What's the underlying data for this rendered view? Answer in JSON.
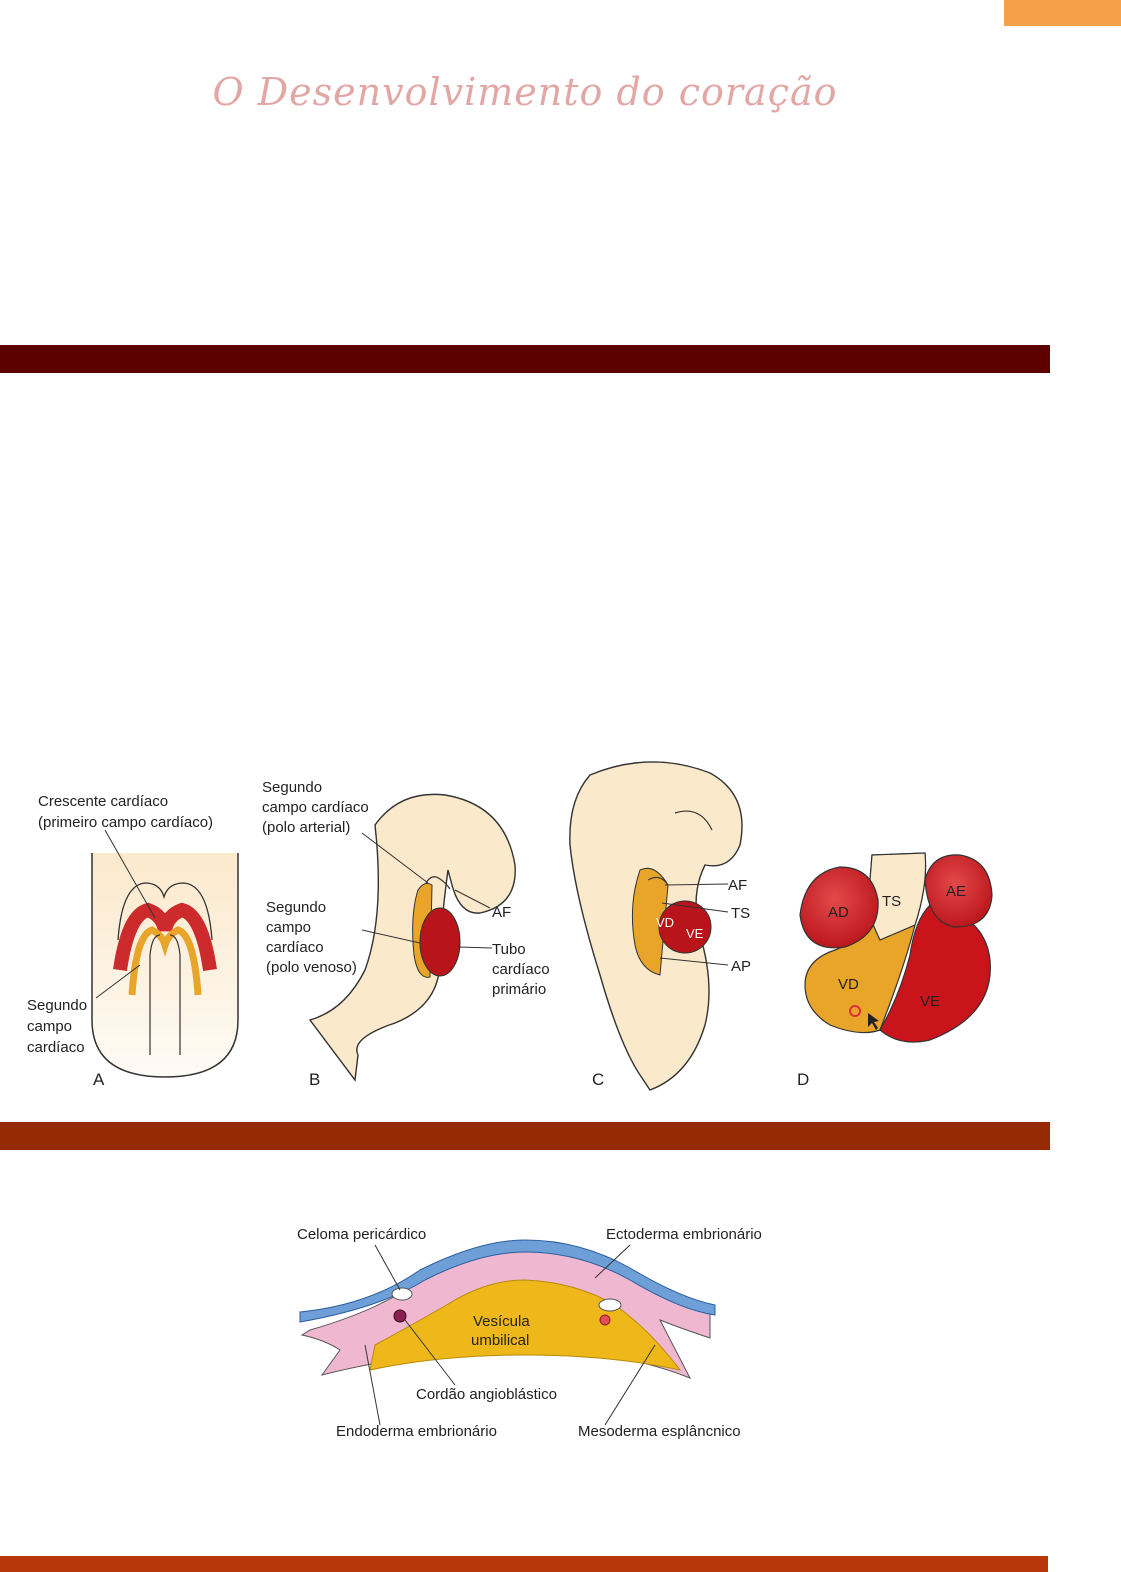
{
  "page": {
    "title": "O Desenvolvimento do coração",
    "colors": {
      "title": "#e2a7a5",
      "corner_tab": "#f7a04a",
      "bar1": "#5c0000",
      "bar2": "#952a04",
      "bar3": "#b8360a"
    }
  },
  "figure1": {
    "A": {
      "panel": "A",
      "label_crescent_1": "Crescente cardíaco",
      "label_crescent_2": "(primeiro campo cardíaco)",
      "label_second_1": "Segundo",
      "label_second_2": "campo",
      "label_second_3": "cardíaco"
    },
    "B": {
      "panel": "B",
      "label_arterial_1": "Segundo",
      "label_arterial_2": "campo cardíaco",
      "label_arterial_3": "(polo arterial)",
      "label_venous_1": "Segundo",
      "label_venous_2": "campo",
      "label_venous_3": "cardíaco",
      "label_venous_4": "(polo venoso)",
      "label_af": "AF",
      "label_tube_1": "Tubo",
      "label_tube_2": "cardíaco",
      "label_tube_3": "primário"
    },
    "C": {
      "panel": "C",
      "label_af": "AF",
      "label_ts": "TS",
      "label_ap": "AP",
      "label_vd": "VD",
      "label_ve": "VE"
    },
    "D": {
      "panel": "D",
      "label_ad": "AD",
      "label_ts": "TS",
      "label_ae": "AE",
      "label_vd": "VD",
      "label_ve": "VE"
    }
  },
  "figure2": {
    "label_celoma": "Celoma pericárdico",
    "label_ectoderma": "Ectoderma embrionário",
    "label_vesicula_1": "Vesícula",
    "label_vesicula_2": "umbilical",
    "label_cordao": "Cordão angioblástico",
    "label_endoderma": "Endoderma embrionário",
    "label_mesoderma": "Mesoderma esplâncnico"
  }
}
